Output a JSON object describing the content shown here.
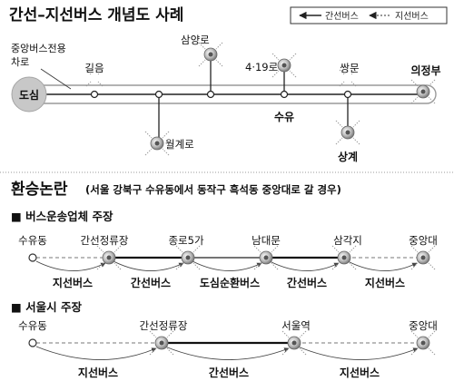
{
  "header": {
    "title": "간선–지선버스 개념도 사례",
    "legend_trunk": "간선버스",
    "legend_feeder": "지선버스"
  },
  "concept": {
    "hub": "도심",
    "lane_label_line1": "중앙버스전용",
    "lane_label_line2": "차로",
    "stop_gileum": "길음",
    "stop_wolgye": "월계로",
    "stop_samyang": "삼양로",
    "stop_419": "4·19로",
    "stop_suyu": "수유",
    "stop_ssangmun": "쌍문",
    "stop_sanggye": "상계",
    "stop_uijeongbu": "의정부"
  },
  "dispute": {
    "title": "환승논란",
    "subtitle": "(서울 강북구 수유동에서 동작구 흑석동 중앙대로 갈 경우)",
    "union": {
      "heading": "■ 버스운송업체 주장",
      "stations": [
        "수유동",
        "간선정류장",
        "종로5가",
        "남대문",
        "삼각지",
        "중앙대"
      ],
      "segments": [
        "지선버스",
        "간선버스",
        "도심순환버스",
        "간선버스",
        "지선버스"
      ]
    },
    "city": {
      "heading": "■ 서울시 주장",
      "stations": [
        "수유동",
        "간선정류장",
        "서울역",
        "중앙대"
      ],
      "segments": [
        "지선버스",
        "간선버스",
        "지선버스"
      ]
    }
  },
  "colors": {
    "trunk": "#222222",
    "feeder": "#777777",
    "stop_outer": "#8a8a8a",
    "stop_inner": "#c9c9c9",
    "hub_fill": "#c8c8c8",
    "tube": "#ffffff"
  }
}
